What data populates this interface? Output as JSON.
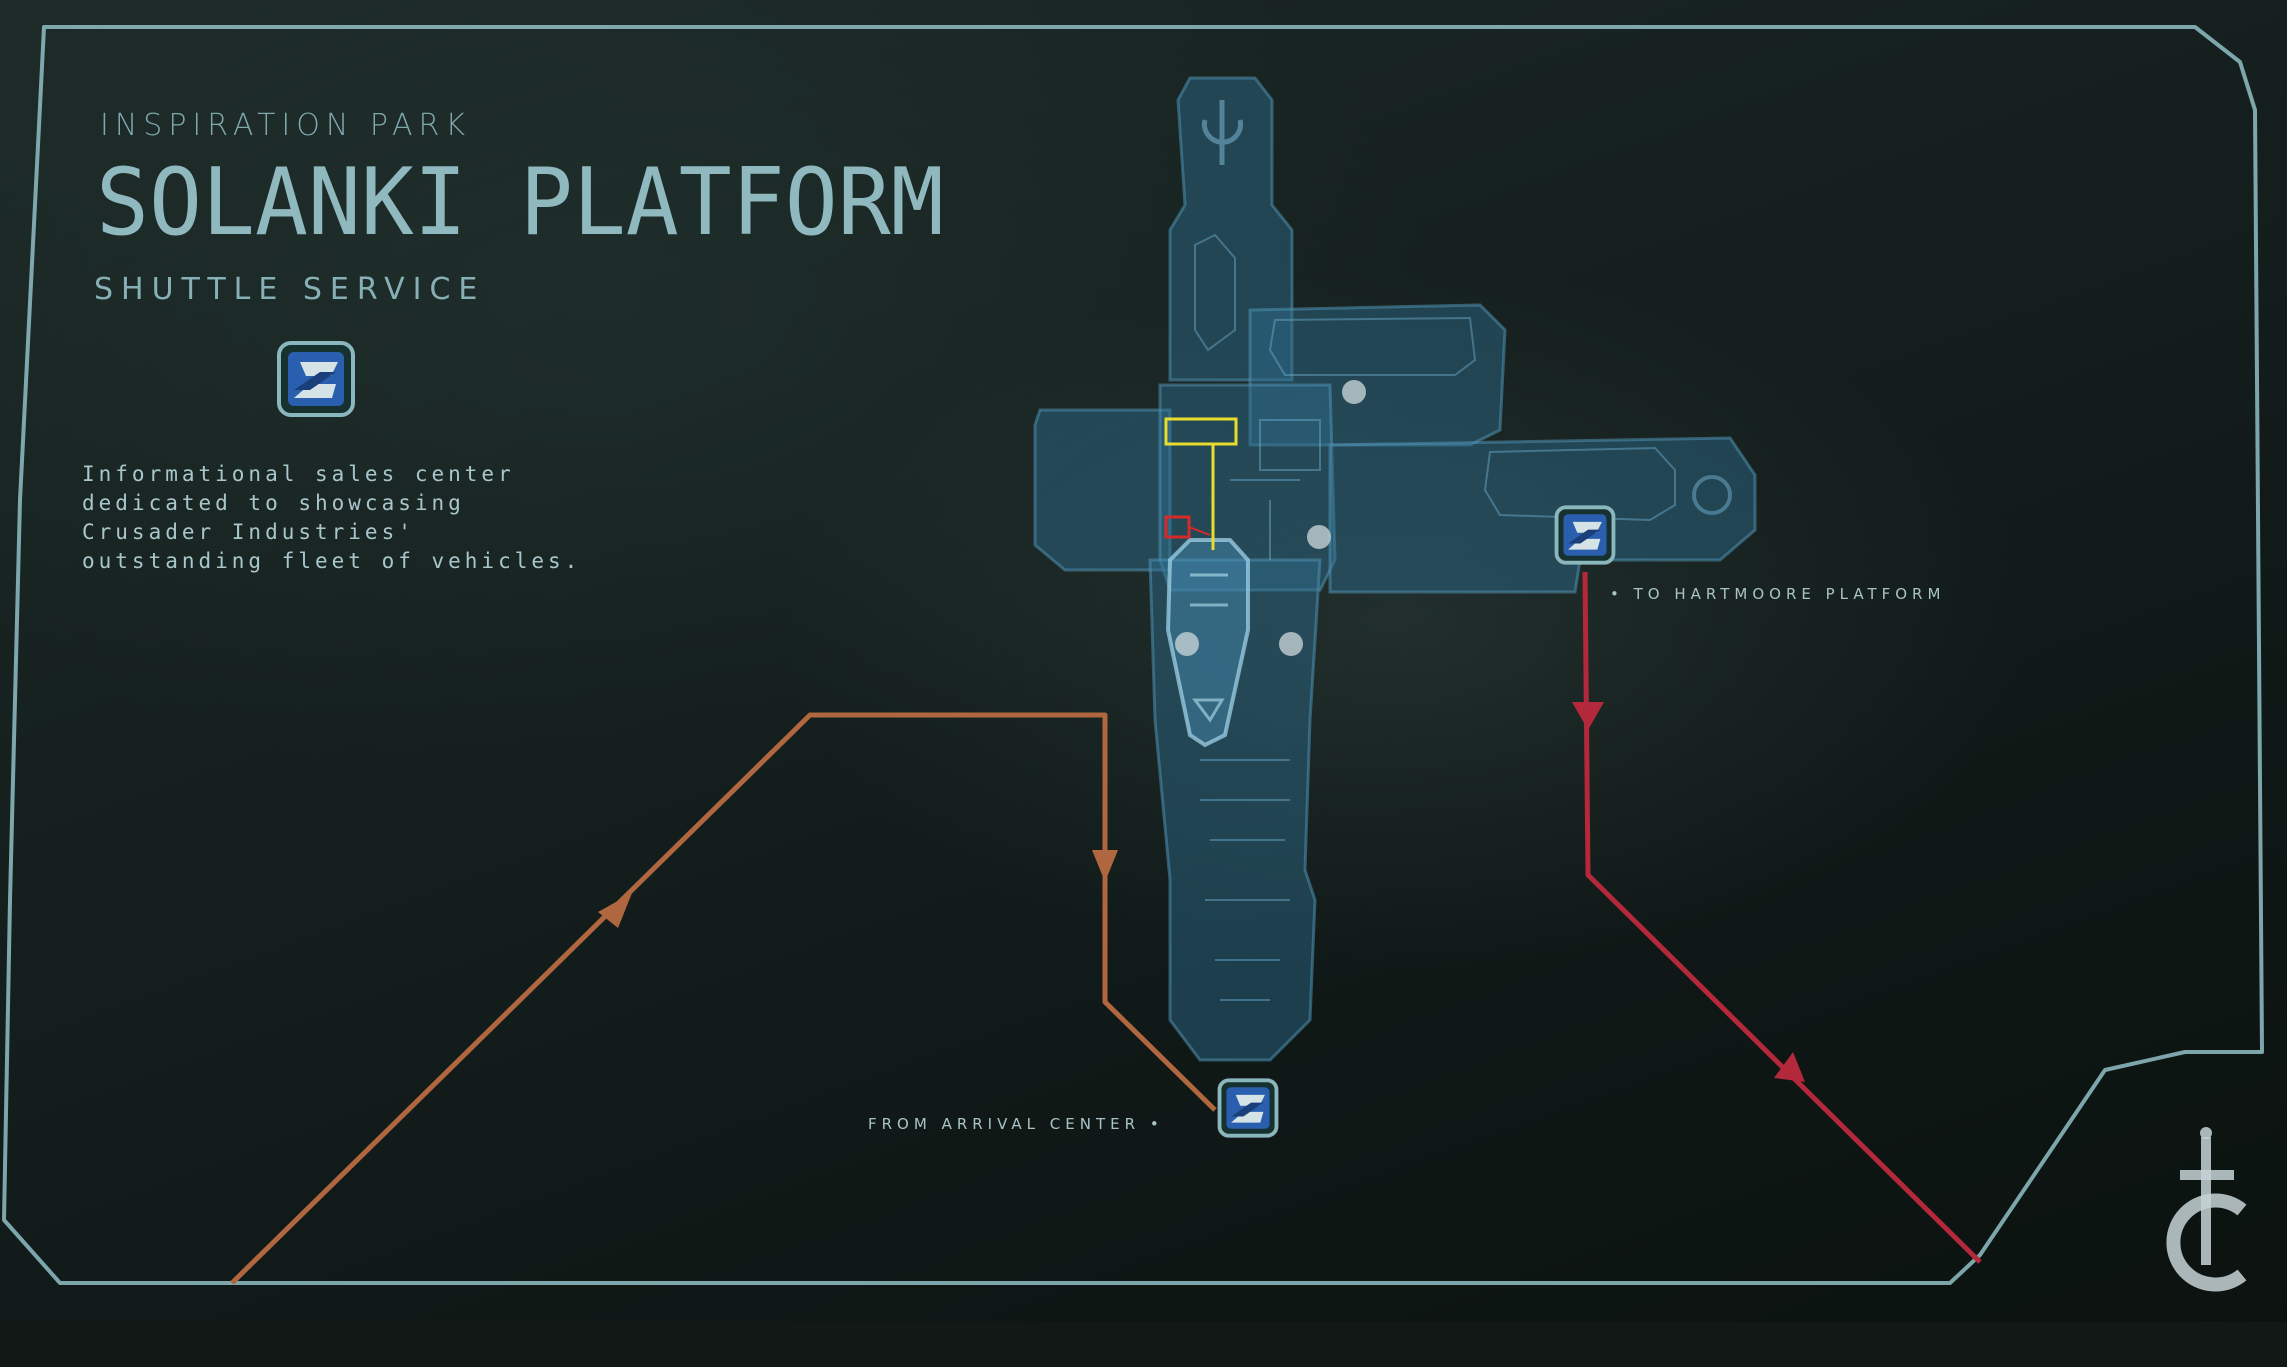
{
  "header": {
    "location": "INSPIRATION PARK",
    "title": "SOLANKI PLATFORM"
  },
  "section": {
    "label": "SHUTTLE SERVICE",
    "icon": "shuttle-service-icon"
  },
  "description": "Informational sales center dedicated to showcasing Crusader Industries' outstanding fleet of vehicles.",
  "routes": {
    "from_label": "FROM ARRIVAL CENTER",
    "to_label": "TO HARTMOORE PLATFORM"
  },
  "colors": {
    "frame": "#8ab6bd",
    "station": "#2f6f91",
    "route_arrival": "#b0673f",
    "route_hartmoore": "#b3283a",
    "highlight_yellow": "#e8dd2c",
    "highlight_red": "#d62a2a",
    "badge_blue": "#2a5fb0"
  },
  "icons": {
    "logo": "crusader-industries-logo",
    "marker": "location-marker"
  }
}
